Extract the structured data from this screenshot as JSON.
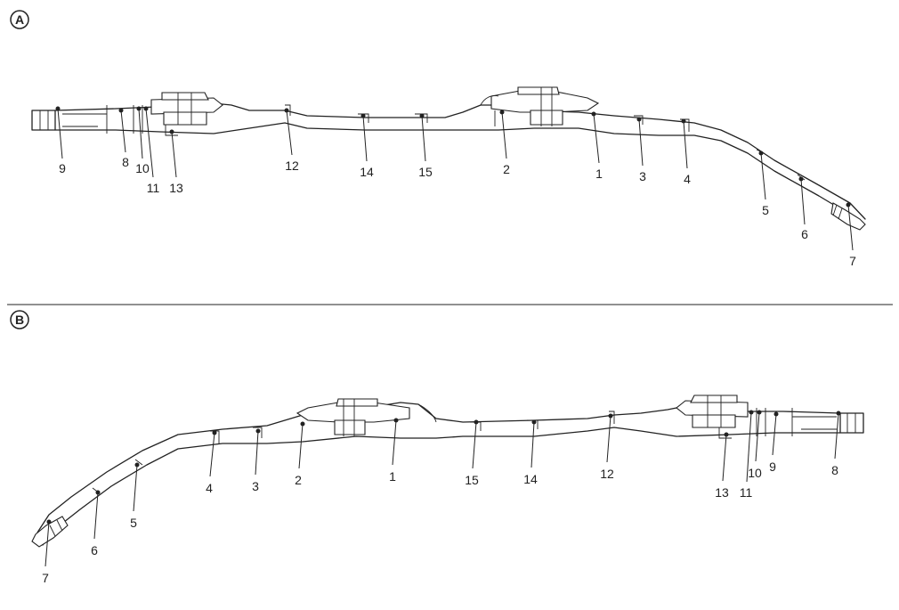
{
  "views": [
    {
      "letter": "A",
      "callouts": [
        {
          "id": "c-9",
          "label": "9"
        },
        {
          "id": "c-8",
          "label": "8"
        },
        {
          "id": "c-10",
          "label": "10"
        },
        {
          "id": "c-11",
          "label": "11"
        },
        {
          "id": "c-13",
          "label": "13"
        },
        {
          "id": "c-12",
          "label": "12"
        },
        {
          "id": "c-14",
          "label": "14"
        },
        {
          "id": "c-15",
          "label": "15"
        },
        {
          "id": "c-2",
          "label": "2"
        },
        {
          "id": "c-1",
          "label": "1"
        },
        {
          "id": "c-3",
          "label": "3"
        },
        {
          "id": "c-4",
          "label": "4"
        },
        {
          "id": "c-5",
          "label": "5"
        },
        {
          "id": "c-6",
          "label": "6"
        },
        {
          "id": "c-7",
          "label": "7"
        }
      ]
    },
    {
      "letter": "B",
      "callouts": [
        {
          "id": "c-4",
          "label": "4"
        },
        {
          "id": "c-3",
          "label": "3"
        },
        {
          "id": "c-2",
          "label": "2"
        },
        {
          "id": "c-1",
          "label": "1"
        },
        {
          "id": "c-15",
          "label": "15"
        },
        {
          "id": "c-14",
          "label": "14"
        },
        {
          "id": "c-12",
          "label": "12"
        },
        {
          "id": "c-13",
          "label": "13"
        },
        {
          "id": "c-11",
          "label": "11"
        },
        {
          "id": "c-10",
          "label": "10"
        },
        {
          "id": "c-9",
          "label": "9"
        },
        {
          "id": "c-8",
          "label": "8"
        },
        {
          "id": "c-5",
          "label": "5"
        },
        {
          "id": "c-6",
          "label": "6"
        },
        {
          "id": "c-7",
          "label": "7"
        }
      ]
    }
  ]
}
